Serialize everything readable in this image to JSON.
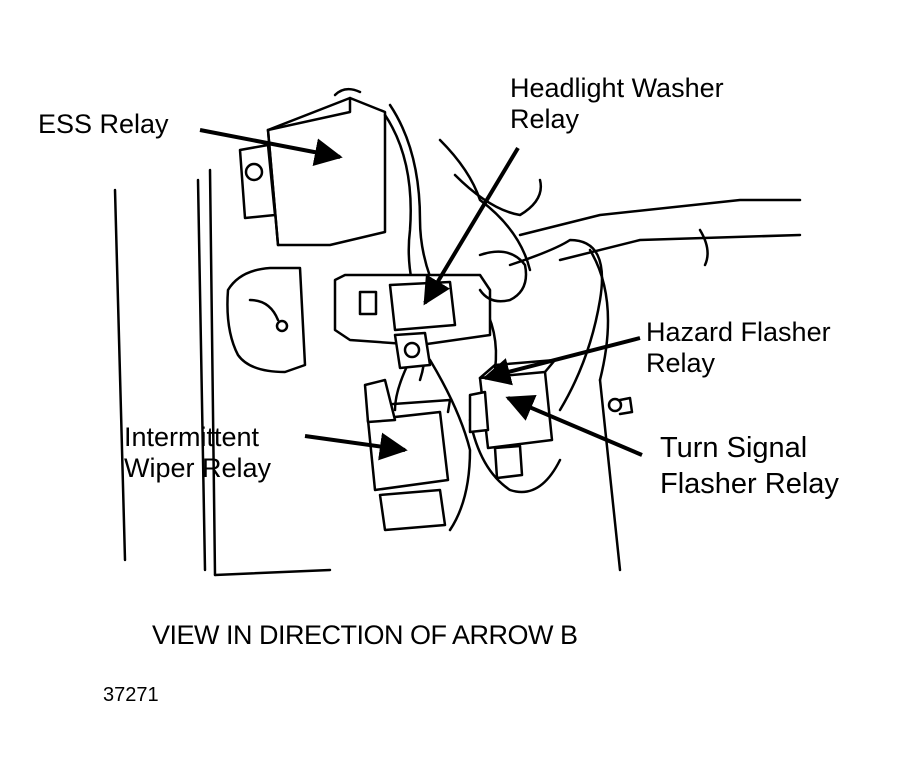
{
  "labels": {
    "ess_relay": "ESS Relay",
    "headlight_washer_relay_line1": "Headlight Washer",
    "headlight_washer_relay_line2": "Relay",
    "hazard_flasher_relay_line1": "Hazard Flasher",
    "hazard_flasher_relay_line2": "Relay",
    "intermittent_wiper_relay_line1": "Intermittent",
    "intermittent_wiper_relay_line2": "Wiper Relay",
    "turn_signal_flasher_relay_line1": "Turn Signal",
    "turn_signal_flasher_relay_line2": "Flasher Relay"
  },
  "caption": "VIEW IN DIRECTION OF ARROW B",
  "figure_number": "37271",
  "colors": {
    "ink": "#000000",
    "paper": "#ffffff"
  }
}
